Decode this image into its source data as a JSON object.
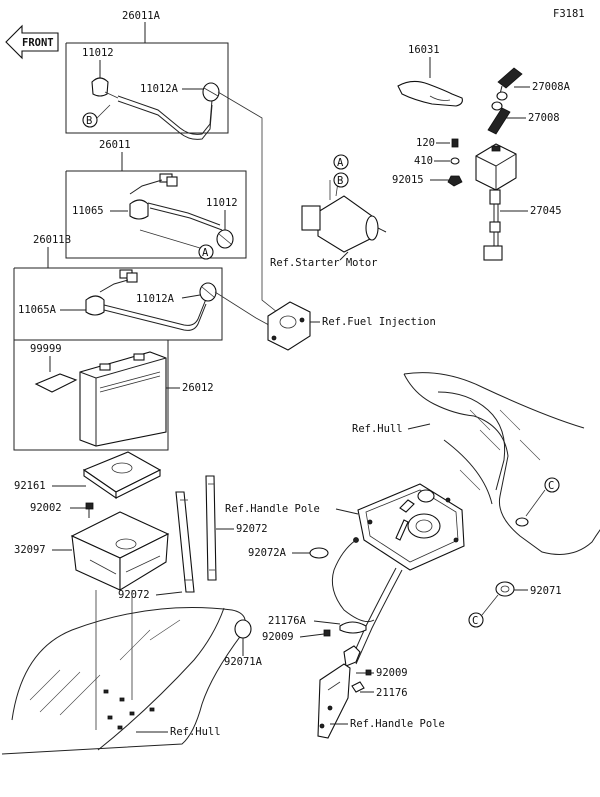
{
  "figure_code": "F3181",
  "front_label": "FRONT",
  "parts": {
    "p26011A": "26011A",
    "p11012_a": "11012",
    "p11012A_a": "11012A",
    "p26011": "26011",
    "p11065_a": "11065",
    "p11012_b": "11012",
    "p26011B": "26011B",
    "p11065A": "11065A",
    "p11012A_b": "11012A",
    "p99999": "99999",
    "p26012": "26012",
    "p16031": "16031",
    "p27008A": "27008A",
    "p27008": "27008",
    "p120": "120",
    "p410": "410",
    "p92015": "92015",
    "p27045": "27045",
    "p92161": "92161",
    "p92002": "92002",
    "p32097": "32097",
    "p92072_a": "92072",
    "p92072_b": "92072",
    "p92072A": "92072A",
    "p21176A": "21176A",
    "p92009_a": "92009",
    "p92009_b": "92009",
    "p21176": "21176",
    "p92071": "92071",
    "p92071A": "92071A"
  },
  "references": {
    "starter_motor": "Ref.Starter Motor",
    "fuel_injection": "Ref.Fuel Injection",
    "hull_top": "Ref.Hull",
    "handle_pole_top": "Ref.Handle Pole",
    "hull_bottom": "Ref.Hull",
    "handle_pole_bottom": "Ref.Handle Pole"
  },
  "callouts": {
    "a1": "A",
    "b1": "B",
    "a2": "A",
    "b2": "B",
    "a3": "A",
    "c1": "C",
    "c2": "C"
  }
}
